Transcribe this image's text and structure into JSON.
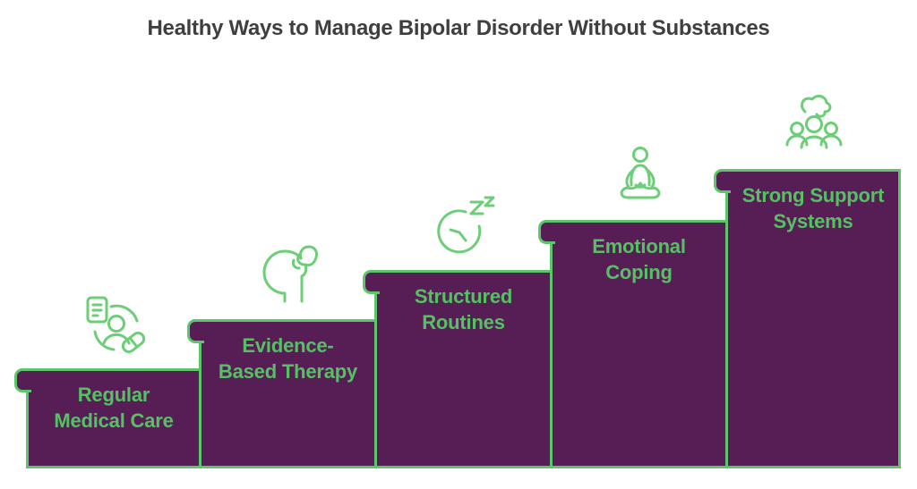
{
  "title": "Healthy Ways to Manage Bipolar Disorder Without Substances",
  "colors": {
    "bar_fill": "#571E55",
    "accent_green": "#5CC66A",
    "label_green": "#54C263",
    "icon_green": "#6CCE77",
    "title_text": "#3F3F3F",
    "background": "#FFFFFF"
  },
  "steps": [
    {
      "label": "Regular Medical Care",
      "lines": [
        "Regular",
        "Medical Care"
      ],
      "icon": "medical-care-icon"
    },
    {
      "label": "Evidence-Based Therapy",
      "lines": [
        "Evidence-",
        "Based Therapy"
      ],
      "icon": "head-hand-therapy-icon"
    },
    {
      "label": "Structured Routines",
      "lines": [
        "Structured",
        "Routines"
      ],
      "icon": "sleep-clock-icon"
    },
    {
      "label": "Emotional Coping",
      "lines": [
        "Emotional",
        "Coping"
      ],
      "icon": "meditation-icon"
    },
    {
      "label": "Strong Support Systems",
      "lines": [
        "Strong Support",
        "Systems"
      ],
      "icon": "support-group-icon"
    }
  ]
}
